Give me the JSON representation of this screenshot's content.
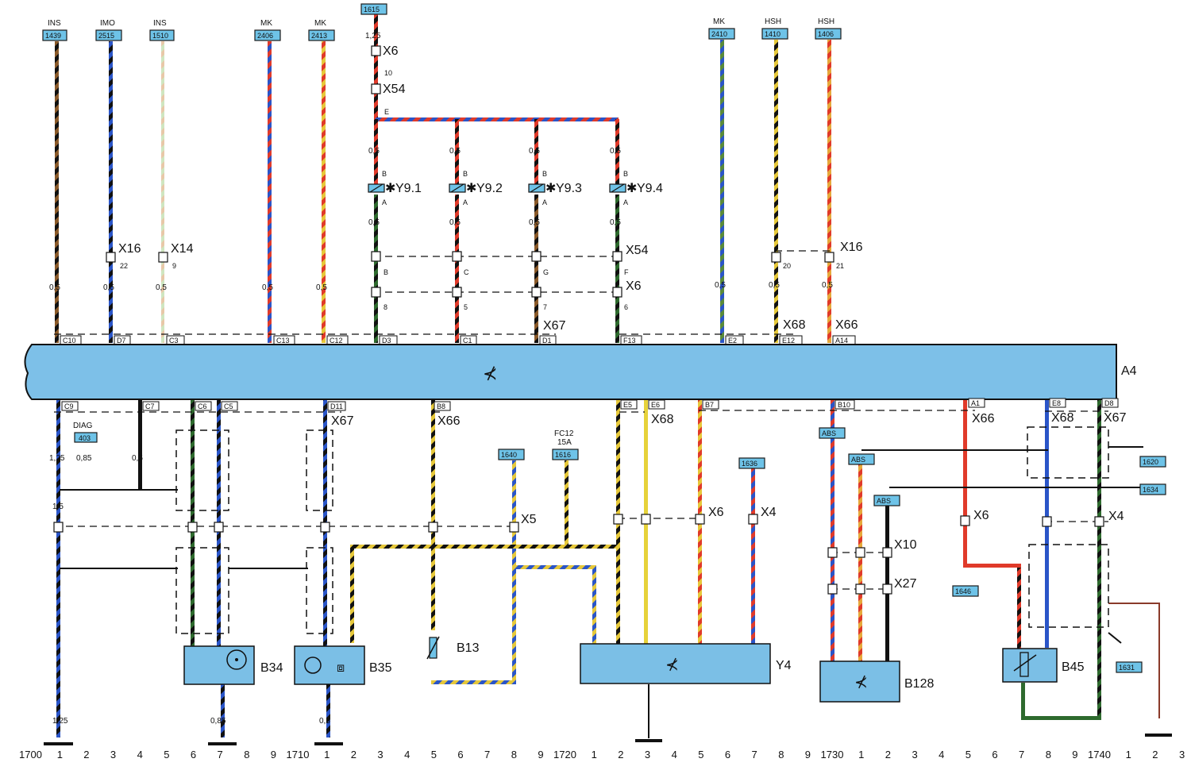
{
  "ecu": {
    "name": "A4"
  },
  "top_wires": [
    {
      "label": "INS",
      "code": "1439",
      "gauge": "0,5",
      "conn": "C10",
      "c1": "#8a5a2a",
      "c2": "#111111"
    },
    {
      "label": "IMO",
      "code": "2515",
      "gauge": "0,5",
      "conn": "D7",
      "c1": "#2a55c8",
      "c2": "#111111",
      "x": "X16",
      "pin": "22"
    },
    {
      "label": "INS",
      "code": "1510",
      "gauge": "0,5",
      "conn": "C3",
      "c1": "#d9c07a",
      "c2": "#9fd39a",
      "x": "X14",
      "pin": "9"
    },
    {
      "label": "MK",
      "code": "2406",
      "gauge": "0,5",
      "conn": "C13",
      "c1": "#e03a2a",
      "c2": "#2a55c8"
    },
    {
      "label": "MK",
      "code": "2413",
      "gauge": "0,5",
      "conn": "C12",
      "c1": "#e03a2a",
      "c2": "#d9b23a"
    },
    {
      "label": "",
      "code": "1615",
      "gauge": "1,25",
      "conn": "D3",
      "c1": "#e03a2a",
      "c2": "#111111"
    },
    {
      "label": "MK",
      "code": "2410",
      "gauge": "0,5",
      "conn": "E2",
      "c1": "#2a55c8",
      "c2": "#6a8f3a"
    },
    {
      "label": "HSH",
      "code": "1410",
      "gauge": "0,5",
      "conn": "E12",
      "c1": "#e6d23a",
      "c2": "#444444",
      "pin": "20"
    },
    {
      "label": "HSH",
      "code": "1406",
      "gauge": "0,5",
      "conn": "A14",
      "c1": "#e03a2a",
      "c2": "#e6b23a",
      "pin": "21"
    }
  ],
  "injectors": [
    {
      "name": "Y9.1",
      "gauge": "0,5",
      "pin_top": "B",
      "pin_bot": "A",
      "x54": "B",
      "x6": "8",
      "conn": "D3"
    },
    {
      "name": "Y9.2",
      "gauge": "0,5",
      "pin_top": "B",
      "pin_bot": "A",
      "x54": "C",
      "x6": "5",
      "conn": "C1"
    },
    {
      "name": "Y9.3",
      "gauge": "0,5",
      "pin_top": "B",
      "pin_bot": "A",
      "x54": "G",
      "x6": "7",
      "conn": "D1"
    },
    {
      "name": "Y9.4",
      "gauge": "0,5",
      "pin_top": "B",
      "pin_bot": "A",
      "x54": "F",
      "x6": "6",
      "conn": "F13"
    }
  ],
  "top_connectors": {
    "x6_top": "X6",
    "x6_top_pin": "10",
    "x54_top": "X54",
    "x54_top_pin": "E",
    "x54": "X54",
    "x6": "X6",
    "x67": "X67",
    "x68": "X68",
    "x66": "X66",
    "x16": "X16"
  },
  "bottom_conns": {
    "c9": "C9",
    "c7": "C7",
    "c6": "C6",
    "c5": "C5",
    "d11": "D11",
    "b8": "B8",
    "e5": "E5",
    "e6": "E6",
    "b7": "B7",
    "b10": "B10",
    "a1": "A1",
    "e8": "E8",
    "d8": "D8",
    "x67": "X67",
    "x66": "X66",
    "x68": "X68",
    "x66b": "X66",
    "x68b": "X68",
    "x67b": "X67"
  },
  "labels": {
    "diag": "DIAG",
    "diag_code": "403",
    "fc12": "FC12",
    "fc12_amp": "15A",
    "fc12_code": "1616",
    "code_1640": "1640",
    "code_1636": "1636",
    "code_1620": "1620",
    "code_1634": "1634",
    "code_1646": "1646",
    "code_1631": "1631",
    "abs1": "ABS",
    "abs2": "ABS",
    "abs3": "ABS",
    "x5": "X5",
    "x6": "X6",
    "x4": "X4",
    "x10": "X10",
    "x27": "X27",
    "x6b": "X6",
    "x4b": "X4"
  },
  "components": {
    "b34": "B34",
    "b35": "B35",
    "b13": "B13",
    "y4": "Y4",
    "b128": "B128",
    "b45": "B45"
  },
  "gauges": {
    "g125": "1,25",
    "g085": "0,85",
    "g05": "0,5",
    "g15": "1,5",
    "g085b": "0,85",
    "g05b": "0,5"
  },
  "ruler": {
    "marks": [
      "1700",
      "1",
      "2",
      "3",
      "4",
      "5",
      "6",
      "7",
      "8",
      "9",
      "1710",
      "1",
      "2",
      "3",
      "4",
      "5",
      "6",
      "7",
      "8",
      "9",
      "1720",
      "1",
      "2",
      "3",
      "4",
      "5",
      "6",
      "7",
      "8",
      "9",
      "1730",
      "1",
      "2",
      "3",
      "4",
      "5",
      "6",
      "7",
      "8",
      "9",
      "1740",
      "1",
      "2",
      "3"
    ]
  },
  "colors": {
    "ecu_fill": "#7dc0e8",
    "tag_fill": "#6ec3e8",
    "red": "#e03a2a",
    "blue": "#2a55c8",
    "yellow": "#e6d23a",
    "black": "#111111",
    "brown": "#8a5a2a",
    "green": "#2e6a2e"
  }
}
